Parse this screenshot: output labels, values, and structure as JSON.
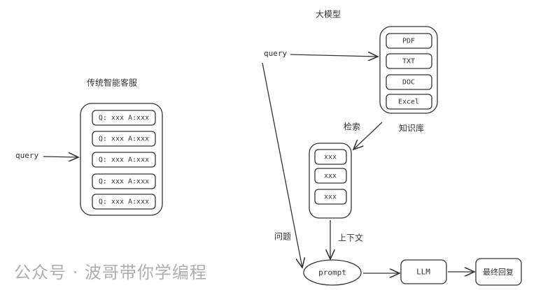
{
  "traditional": {
    "title": "传统智能客服",
    "query": "query",
    "rows": [
      "Q: xxx A:xxx",
      "Q: xxx A:xxx",
      "Q: xxx A:xxx",
      "Q: xxx A:xxx",
      "Q: xxx A:xxx"
    ]
  },
  "llm_flow": {
    "title": "大模型",
    "query": "query",
    "knowledge_base": {
      "label": "知识库",
      "docs": [
        "PDF",
        "TXT",
        "DOC",
        "Excel"
      ]
    },
    "retrieve_label": "检索",
    "results": [
      "xxx",
      "xxx",
      "xxx"
    ],
    "question_label": "问题",
    "context_label": "上下文",
    "prompt": "prompt",
    "llm": "LLM",
    "final": "最终回复"
  },
  "watermark": "公众号 · 波哥带你学编程"
}
